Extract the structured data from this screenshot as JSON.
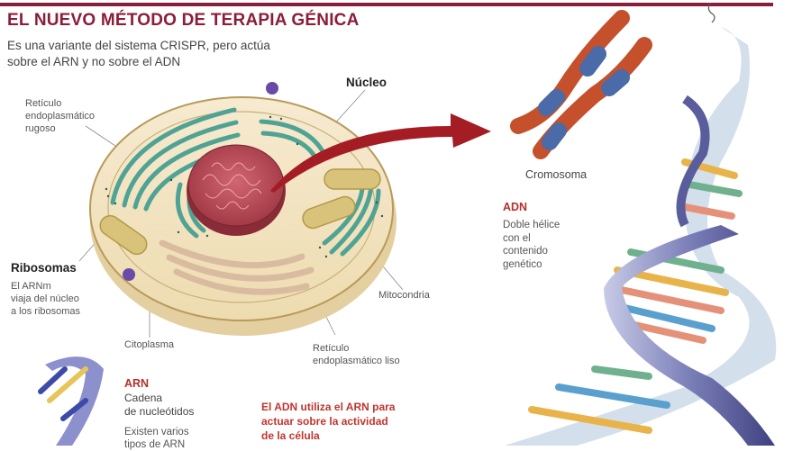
{
  "header": {
    "title": "EL NUEVO MÉTODO DE TERAPIA GÉNICA",
    "subtitle_line1": "Es una variante del sistema CRISPR, pero actúa",
    "subtitle_line2": "sobre el ARN y no sobre el ADN"
  },
  "colors": {
    "accent": "#8a1e3a",
    "highlight_red": "#c0352e",
    "arrow": "#a51d24",
    "cell_fill": "#f3e6c4",
    "nucleus": "#b84a55",
    "er_rough": "#4fa394",
    "chromosome_red": "#c4502c",
    "chromosome_blue": "#4a6aa8",
    "dna_backbone": "#5a5d9c"
  },
  "cell_labels": {
    "reticulo_rugoso": [
      "Retículo",
      "endoplasmático",
      "rugoso"
    ],
    "nucleo": "Núcleo",
    "ribosomas_title": "Ribosomas",
    "ribosomas_desc": [
      "El ARNm",
      "viaja del núcleo",
      "a los ribosomas"
    ],
    "citoplasma": "Citoplasma",
    "reticulo_liso": [
      "Retículo",
      "endoplasmático liso"
    ],
    "mitocondria": "Mitocondria"
  },
  "chromosome": {
    "label": "Cromosoma"
  },
  "adn": {
    "title": "ADN",
    "desc": [
      "Doble hélice",
      "con el",
      "contenido",
      "genético"
    ]
  },
  "arn": {
    "title": "ARN",
    "desc": [
      "Cadena",
      "de nucleótidos"
    ],
    "note": [
      "Existen varios",
      "tipos de ARN"
    ]
  },
  "callout": {
    "lines": [
      "El ADN utiliza el ARN para",
      "actuar sobre la actividad",
      "de la célula"
    ]
  }
}
